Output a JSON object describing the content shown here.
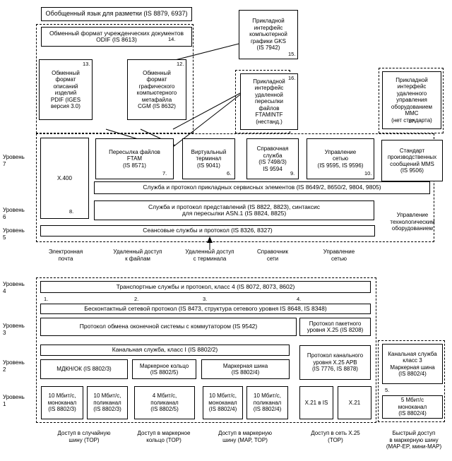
{
  "title": "Обобщенный язык для разметки (IS 8879, 6937)",
  "odif": {
    "text": "Обменный формат учрежденческих документов\nODIF (IS 8613)",
    "num": "14."
  },
  "gks": {
    "text": "Прикладной\nинтерфейс\nкомпьютерной\nграфики GKS\n(IS 7942)",
    "num": "15."
  },
  "pdif": {
    "text": "Обменный\nформат\nописаний\nизделий\nPDIF (IGES\nверсия 3.0)",
    "num": "13."
  },
  "cgm": {
    "text": "Обменный\nформат\nграфического\nкомпьютерного\nметафайла\nCGM (IS 8632)",
    "num": "12."
  },
  "ftamintf": {
    "text": "Прикладной\nинтерфейс\nудаленной\nпересылки\nфайлов\nFTAMINTF\n(нестанд.)",
    "num": "16."
  },
  "mmc": {
    "text": "Прикладной\nинтерфейс\nудаленного\nуправления\nоборудованием MMC\n(нет стандарта)",
    "num": "17."
  },
  "levels": {
    "l7": "Уровень\n7",
    "l6": "Уровень\n6",
    "l5": "Уровень\n5",
    "l4": "Уровень\n4",
    "l3": "Уровень\n3",
    "l2": "Уровень\n2",
    "l1": "Уровень\n1"
  },
  "x400": {
    "text": "X.400",
    "num": "8."
  },
  "ftam": {
    "text": "Пересылка файлов\nFTAM\n(IS 8571)",
    "num": "7."
  },
  "vt": {
    "text": "Виртуальный\nтерминал\n(IS 9041)",
    "num": "6."
  },
  "ds": {
    "text": "Справочная\nслужба\n(IS 7498/3)\nIS 9594",
    "num": "9."
  },
  "nm": {
    "text": "Управление\nсетью\n(IS 9595, IS 9596)",
    "num": "10."
  },
  "mms": {
    "text": "Стандарт\nпроизводственных\nсообщений MMS\n(IS 9506)"
  },
  "ase": "Служба и протокол прикладных сервисных элементов (IS 8649/2, 8650/2, 9804, 9805)",
  "pres": "Служба и протокол представлений (IS 8822, 8823), синтаксис\nдля пересылки ASN.1 (IS 8824, 8825)",
  "sess": "Сеансовые службы и протокол (IS 8326, 8327)",
  "mms_caption": "Управление\nтехнологическим\nоборудованием",
  "upper_caps": {
    "email": "Электронная\nпочта",
    "file": "Удаленный доступ\nк файлам",
    "term": "Удаленный доступ\nс терминала",
    "dir": "Справочник\nсети",
    "mgmt": "Управление\nсетью"
  },
  "transport": "Транспортные службы и протокол, класс 4 (IS 8072, 8073, 8602)",
  "clnp": "Бесконтактный сетевой протокол (IS 8473, структура сетевого уровня IS 8648, IS 8348)",
  "esis": "Протокол обмена оконечной системы с коммутатором (IS 9542)",
  "x25pkt": "Протокол пакетного\nуровня X.25 (IS 8208)",
  "llc": "Канальная служба, класс I (IS 8802/2)",
  "csma": "МДКН/ОК (IS 8802/3)",
  "ring": "Маркерное кольцо\n(IS 8802/5)",
  "bus": "Маркерная шина\n(IS 8802/4)",
  "lapb": "Протокол канального\nуровня X.25 APB\n(IS 7776, IS 8878)",
  "llc3": "Канальная служба\nкласс 3\nМаркерная шина\n(IS 8802/4)",
  "phy": {
    "p1": "10 Мбит/с,\nмоноканал\n(IS 8802/3)",
    "p2": "10 Мбит/с,\nполиканал\n(IS 8802/3)",
    "p3": "4 Мбит/с,\nполиканал\n(IS 8802/5)",
    "p4": "10 Мбит/с,\nмоноканал\n(IS 8802/4)",
    "p5": "10 Мбит/с,\nполиканал\n(IS 8802/4)",
    "p6": "X.21 в IS",
    "p7": "X.21",
    "p8": "5 Мбит/с\nмоноканал\n(IS 8802/4)"
  },
  "lower_nums": {
    "n1": "1.",
    "n2": "2.",
    "n3": "3.",
    "n4": "4.",
    "n5": "5."
  },
  "bottom_caps": {
    "b1": "Доступ в случайную\nшину (TOP)",
    "b2": "Доступ в маркерное\nкольцо (TOP)",
    "b3": "Доступ в маркерную\nшину (MAP, TOP)",
    "b4": "Доступ в сеть X.25\n(TOP)",
    "b5": "Быстрый доступ\nв маркерную шину\n(MAP-EP, мини-MAP)"
  }
}
